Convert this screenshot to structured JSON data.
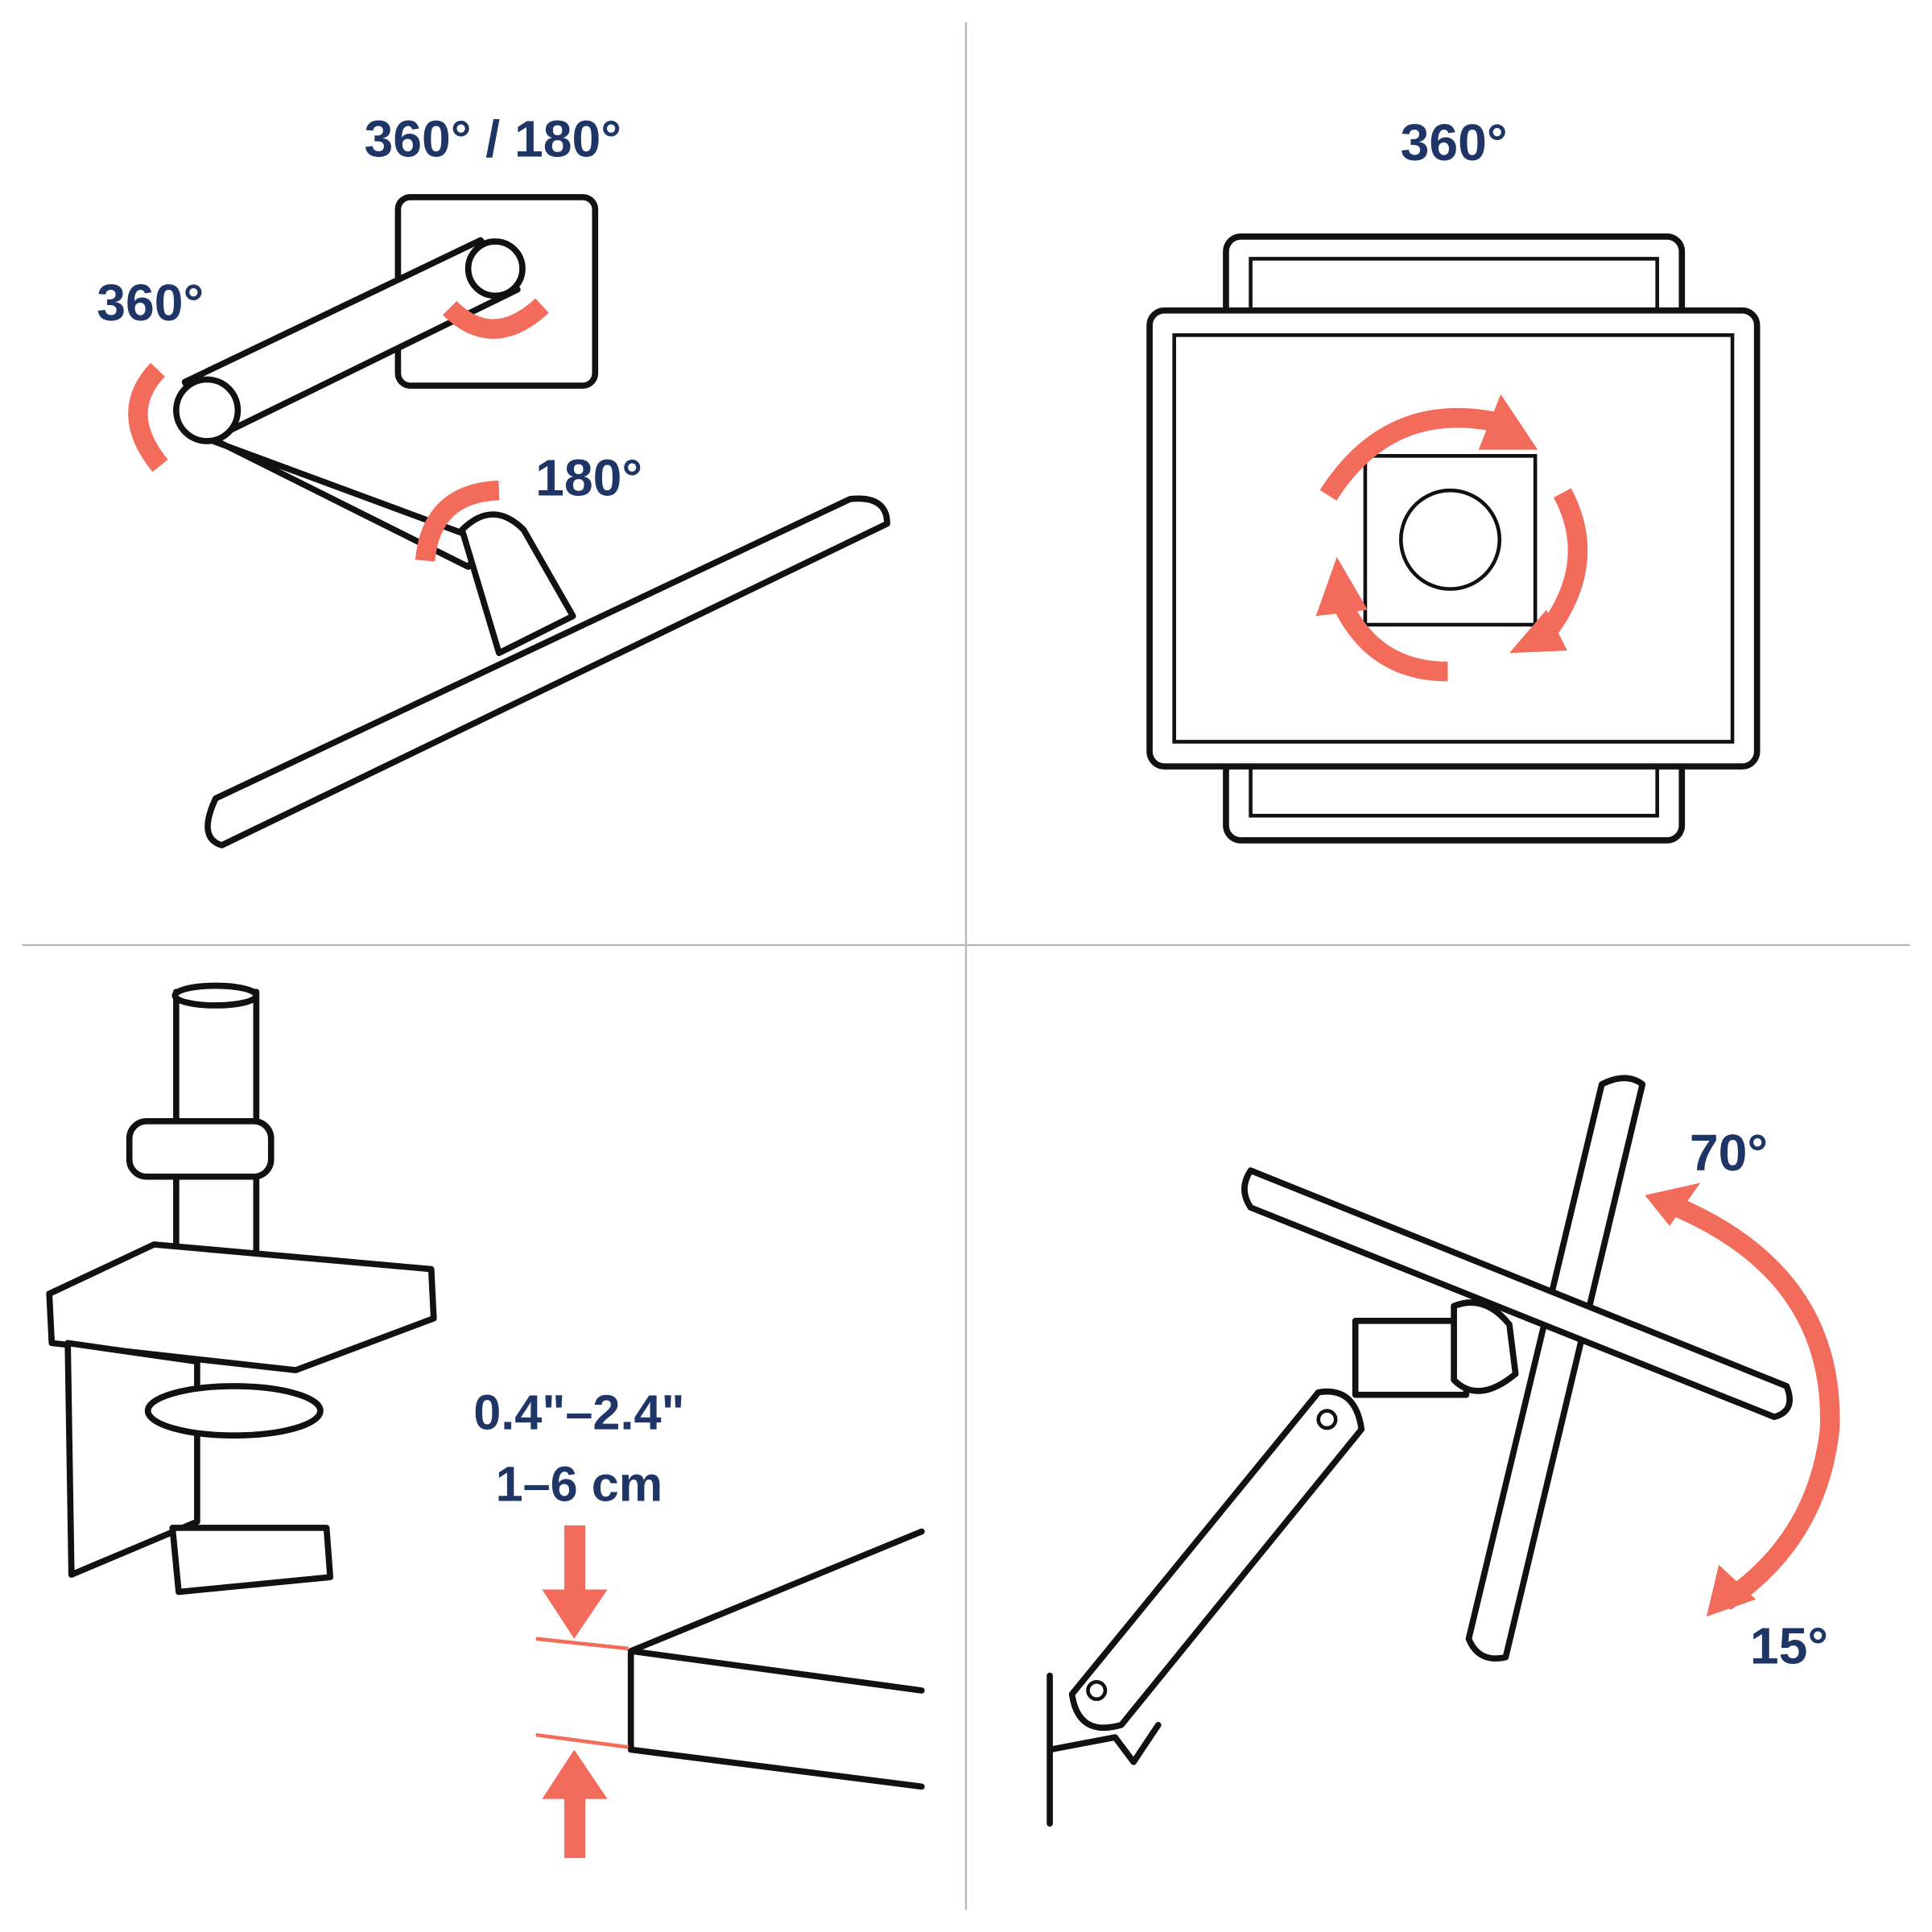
{
  "colors": {
    "label": "#1f3566",
    "arrow": "#f26b5b",
    "line": "#111111",
    "divider": "#b5b5b5"
  },
  "panels": {
    "arm_rotation": {
      "top_label": "360° / 180°",
      "left_label": "360°",
      "right_label": "180°"
    },
    "monitor_rotation": {
      "label": "360°"
    },
    "desk_clamp": {
      "thickness_in": "0.4\"–2.4\"",
      "thickness_cm": "1–6 cm"
    },
    "tilt": {
      "up_label": "70°",
      "down_label": "15°"
    }
  }
}
